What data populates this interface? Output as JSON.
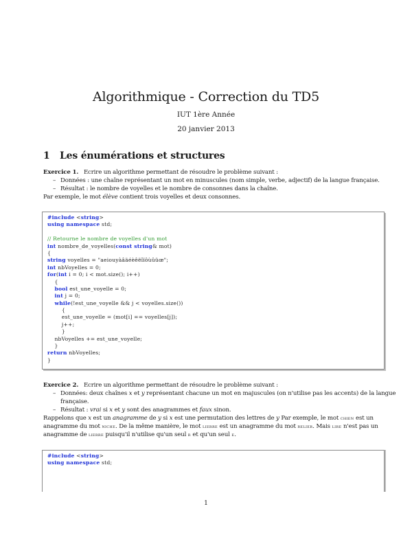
{
  "document": {
    "title": "Algorithmique - Correction du TD5",
    "subtitle": "IUT 1ère Année",
    "date": "20 janvier 2013",
    "page_number": "1"
  },
  "section1": {
    "number": "1",
    "title": "Les énumérations et structures"
  },
  "exercise1": {
    "label": "Exercice 1.",
    "intro": "Ecrire un algorithme permettant de résoudre le problème suivant :",
    "items": [
      "Données : une chaîne représentant un mot en minuscules (nom simple, verbe, adjectif) de la langue française.",
      "Résultat : le nombre de voyelles et le nombre de consonnes dans la chaîne."
    ],
    "example_prefix": "Par exemple, le mot ",
    "example_word": "élève",
    "example_suffix": " contient trois voyelles et deux consonnes.",
    "code_lines": [
      [
        {
          "t": "#include",
          "c": "kw"
        },
        {
          "t": " <",
          "c": ""
        },
        {
          "t": "string",
          "c": "kw"
        },
        {
          "t": ">",
          "c": ""
        }
      ],
      [
        {
          "t": "using namespace",
          "c": "kw"
        },
        {
          "t": " std;",
          "c": ""
        }
      ],
      [
        {
          "t": "",
          "c": ""
        }
      ],
      [
        {
          "t": "// Retourne le nombre de voyelles d'un mot",
          "c": "cm"
        }
      ],
      [
        {
          "t": "int",
          "c": "kw"
        },
        {
          "t": " nombre_de_voyelles(",
          "c": ""
        },
        {
          "t": "const string",
          "c": "kw"
        },
        {
          "t": "& mot)",
          "c": ""
        }
      ],
      [
        {
          "t": "{",
          "c": ""
        }
      ],
      [
        {
          "t": "string",
          "c": "kw"
        },
        {
          "t": " voyelles = \"aeiouyàâäéèêëîïôùûüœ\";",
          "c": ""
        }
      ],
      [
        {
          "t": "int",
          "c": "kw"
        },
        {
          "t": " nbVoyelles = 0;",
          "c": ""
        }
      ],
      [
        {
          "t": "for",
          "c": "kw"
        },
        {
          "t": "(",
          "c": ""
        },
        {
          "t": "int",
          "c": "kw"
        },
        {
          "t": " i = 0; i < mot.size(); i++)",
          "c": ""
        }
      ],
      [
        {
          "t": "    {",
          "c": ""
        }
      ],
      [
        {
          "t": "    ",
          "c": ""
        },
        {
          "t": "bool",
          "c": "kw"
        },
        {
          "t": " est_une_voyelle = 0;",
          "c": ""
        }
      ],
      [
        {
          "t": "    ",
          "c": ""
        },
        {
          "t": "int",
          "c": "kw"
        },
        {
          "t": " j = 0;",
          "c": ""
        }
      ],
      [
        {
          "t": "    ",
          "c": ""
        },
        {
          "t": "while",
          "c": "kw"
        },
        {
          "t": "(!est_une_voyelle && j < voyelles.size())",
          "c": ""
        }
      ],
      [
        {
          "t": "        {",
          "c": ""
        }
      ],
      [
        {
          "t": "        est_une_voyelle = (mot[i] == voyelles[j]);",
          "c": ""
        }
      ],
      [
        {
          "t": "        j++;",
          "c": ""
        }
      ],
      [
        {
          "t": "        }",
          "c": ""
        }
      ],
      [
        {
          "t": "    nbVoyelles += est_une_voyelle;",
          "c": ""
        }
      ],
      [
        {
          "t": "    }",
          "c": ""
        }
      ],
      [
        {
          "t": "return",
          "c": "kw"
        },
        {
          "t": " nbVoyelles;",
          "c": ""
        }
      ],
      [
        {
          "t": "}",
          "c": ""
        }
      ]
    ]
  },
  "exercise2": {
    "label": "Exercice 2.",
    "intro": "Ecrire un algorithme permettant de résoudre le problème suivant :",
    "item1_a": "Données: deux chaînes ",
    "item1_x": "x",
    "item1_b": " et ",
    "item1_y": "y",
    "item1_c": " représentant chacune un mot en majuscules (on n'utilise pas les accents) de la langue",
    "item1_cont": "française.",
    "item2_a": "Résultat : ",
    "item2_vrai": "vrai",
    "item2_b": " si ",
    "item2_x": "x",
    "item2_c": " et ",
    "item2_y": "y",
    "item2_d": " sont des anagrammes et ",
    "item2_faux": "faux",
    "item2_e": " sinon.",
    "p_line1": [
      {
        "t": "Rappelons que ",
        "s": ""
      },
      {
        "t": "x",
        "s": "i"
      },
      {
        "t": " est un ",
        "s": ""
      },
      {
        "t": "anagramme",
        "s": "i"
      },
      {
        "t": " de ",
        "s": ""
      },
      {
        "t": "y",
        "s": "i"
      },
      {
        "t": " si ",
        "s": ""
      },
      {
        "t": "x",
        "s": "i"
      },
      {
        "t": " est une permutation des lettres de ",
        "s": ""
      },
      {
        "t": "y",
        "s": "i"
      },
      {
        "t": " Par exemple, le mot ",
        "s": ""
      },
      {
        "t": "chien",
        "s": "sc"
      },
      {
        "t": " est un",
        "s": ""
      }
    ],
    "p_line2": [
      {
        "t": "anagramme du mot ",
        "s": ""
      },
      {
        "t": "niche",
        "s": "sc"
      },
      {
        "t": ". De la même manière, le mot ",
        "s": ""
      },
      {
        "t": "lierre",
        "s": "sc"
      },
      {
        "t": " est un anagramme du mot ",
        "s": ""
      },
      {
        "t": "relier",
        "s": "sc"
      },
      {
        "t": ". Mais ",
        "s": ""
      },
      {
        "t": "lire",
        "s": "sc"
      },
      {
        "t": " n'est pas un",
        "s": ""
      }
    ],
    "p_line3": [
      {
        "t": "anagramme de ",
        "s": ""
      },
      {
        "t": "lierre",
        "s": "sc"
      },
      {
        "t": " puisqu'il n'utilise qu'un seul ",
        "s": ""
      },
      {
        "t": "r",
        "s": "sc"
      },
      {
        "t": " et qu'un seul ",
        "s": ""
      },
      {
        "t": "e",
        "s": "sc"
      },
      {
        "t": ".",
        "s": ""
      }
    ],
    "code_lines": [
      [
        {
          "t": "#include",
          "c": "kw"
        },
        {
          "t": " <",
          "c": ""
        },
        {
          "t": "string",
          "c": "kw"
        },
        {
          "t": ">",
          "c": ""
        }
      ],
      [
        {
          "t": "using namespace",
          "c": "kw"
        },
        {
          "t": " std;",
          "c": ""
        }
      ]
    ]
  }
}
